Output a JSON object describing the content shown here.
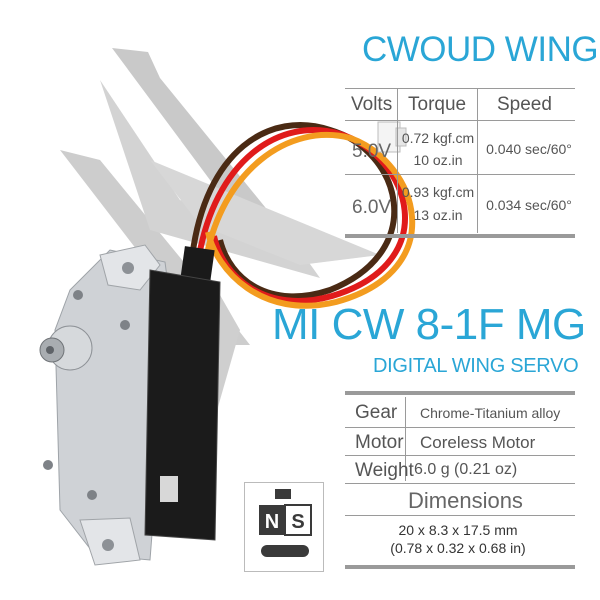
{
  "title": "CWOUD WING",
  "speed_table": {
    "headers": [
      "Volts",
      "Torque",
      "Speed"
    ],
    "rows": [
      {
        "volts": "5.0V",
        "torque_line1": "0.72 kgf.cm",
        "torque_line2": "10 oz.in",
        "speed": "0.040 sec/60°"
      },
      {
        "volts": "6.0V",
        "torque_line1": "0.93 kgf.cm",
        "torque_line2": "13 oz.in",
        "speed": "0.034 sec/60°"
      }
    ]
  },
  "model_name": "MI CW 8-1F MG",
  "model_subtitle": "DIGITAL WING SERVO",
  "spec_table": {
    "rows": [
      {
        "label": "Gear",
        "value": "Chrome-Titanium alloy"
      },
      {
        "label": "Motor",
        "value": "Coreless Motor"
      },
      {
        "label": "Weight",
        "value": "6.0 g (0.21 oz)"
      }
    ]
  },
  "dimensions": {
    "title": "Dimensions",
    "line1": "20 x 8.3 x 17.5 mm",
    "line2": "(0.78 x 0.32 x 0.68 in)"
  },
  "ns_logo": {
    "letter_n": "N",
    "letter_s": "S"
  },
  "colors": {
    "accent": "#2aa6d6",
    "wire_red": "#e01b1b",
    "wire_orange": "#f39c1f",
    "wire_brown": "#4a2a14"
  }
}
